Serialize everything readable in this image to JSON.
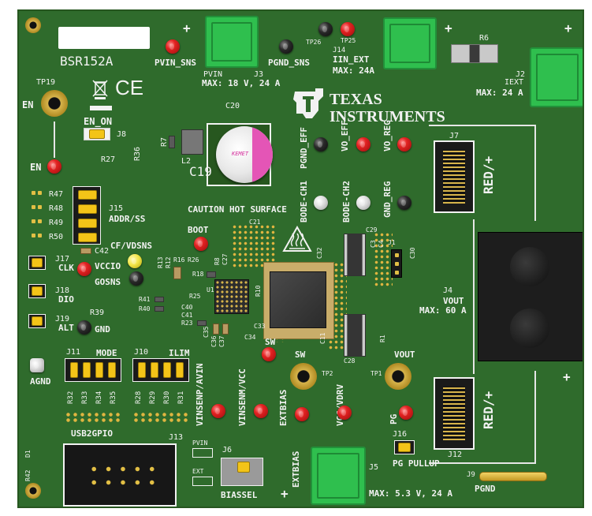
{
  "board": {
    "name": "BSR152A",
    "plus": "+",
    "colors": {
      "pcb": "#2f6b2c",
      "silk": "#f2f2f2",
      "tp_red": "#e32222",
      "terminal": "#2fbf4e",
      "gold": "#d7b44b"
    }
  },
  "logo": {
    "line1": "TEXAS",
    "line2": "INSTRUMENTS",
    "icon": "ti-logo-icon"
  },
  "certs": {
    "ce": "CE",
    "weee_icon": "weee-bin-icon"
  },
  "labels": {
    "tp19": "TP19",
    "en": "EN",
    "en_on": "EN_ON",
    "j8": "J8",
    "en2": "EN",
    "r7": "R7",
    "r27": "R27",
    "r36": "R36",
    "l2": "L2",
    "c19": "C19",
    "c20": "C20",
    "cap_brand": "KEMET",
    "caution": "CAUTION HOT SURFACE",
    "pvin_sns": "PVIN_SNS",
    "pvin": "PVIN",
    "j3": "J3",
    "pvin_max": "MAX: 18 V, 24 A",
    "pgnd_sns": "PGND_SNS",
    "tp26": "TP26",
    "tp25": "TP25",
    "j14": "J14",
    "iin_ext": "IIN_EXT",
    "iin_max": "MAX: 24A",
    "r6": "R6",
    "j2": "J2",
    "iext": "IEXT",
    "iext_max": "MAX: 24 A",
    "pgnd_eff": "PGND_EFF",
    "vo_eff": "VO_EFF",
    "vo_reg": "VO_REG",
    "bode_ch1": "BODE-CH1",
    "bode_ch2": "BODE-CH2",
    "gnd_reg": "GND_REG",
    "j7": "J7",
    "red_plus": "RED/+",
    "j12": "J12",
    "r47": "R47",
    "r48": "R48",
    "r49": "R49",
    "r50": "R50",
    "j15": "J15",
    "addr_ss": "ADDR/SS",
    "cf_vdsns": "CF/VDSNS",
    "boot": "BOOT",
    "c42": "C42",
    "j17": "J17",
    "clk": "CLK",
    "vccio": "VCCIO",
    "gosns": "GOSNS",
    "j18": "J18",
    "dio": "DIO",
    "r39": "R39",
    "j19": "J19",
    "alt": "ALT",
    "gnd": "GND",
    "r13": "R13",
    "r12": "R12",
    "r16": "R16",
    "r26": "R26",
    "r18": "R18",
    "r25": "R25",
    "r41": "R41",
    "r40": "R40",
    "c40": "C40",
    "c41": "C41",
    "r23": "R23",
    "c21": "C21",
    "c27": "C27",
    "r8": "R8",
    "r10": "R10",
    "c29": "C29",
    "c3": "C3",
    "c4": "C4",
    "j1": "J1",
    "c30": "C30",
    "c32": "C32",
    "c33": "C33",
    "c34": "C34",
    "c35": "C35",
    "c36": "C36",
    "c37": "C37",
    "c11": "C11",
    "c28": "C28",
    "r1": "R1",
    "j4": "J4",
    "vout_big": "VOUT",
    "vout_max": "MAX: 60 A",
    "agnd": "AGND",
    "j11": "J11",
    "mode": "MODE",
    "j10": "J10",
    "ilim": "ILIM",
    "r32": "R32",
    "r33": "R33",
    "r34": "R34",
    "r35": "R35",
    "r28": "R28",
    "r29": "R29",
    "r30": "R30",
    "r31": "R31",
    "sw": "SW",
    "sw2": "SW",
    "tp2": "TP2",
    "vout": "VOUT",
    "tp1": "TP1",
    "vinsenp": "VINSENP/AVIN",
    "vinsenm": "VINSENM/VCC",
    "extbias": "EXTBIAS",
    "vcc_vdrv": "VCC/VDRV",
    "pg": "PG",
    "usb2gpio": "USB2GPIO",
    "j13": "J13",
    "d1": "D1",
    "r42": "R42",
    "pvin_sel": "PVIN",
    "ext": "EXT",
    "j6": "J6",
    "biassel": "BIASSEL",
    "extbias2": "EXTBIAS",
    "j5": "J5",
    "j5_max": "MAX: 5.3 V, 24 A",
    "j16": "J16",
    "pg_pullup": "PG PULLUP",
    "j9": "J9",
    "pgnd": "PGND",
    "u1": "U1"
  }
}
